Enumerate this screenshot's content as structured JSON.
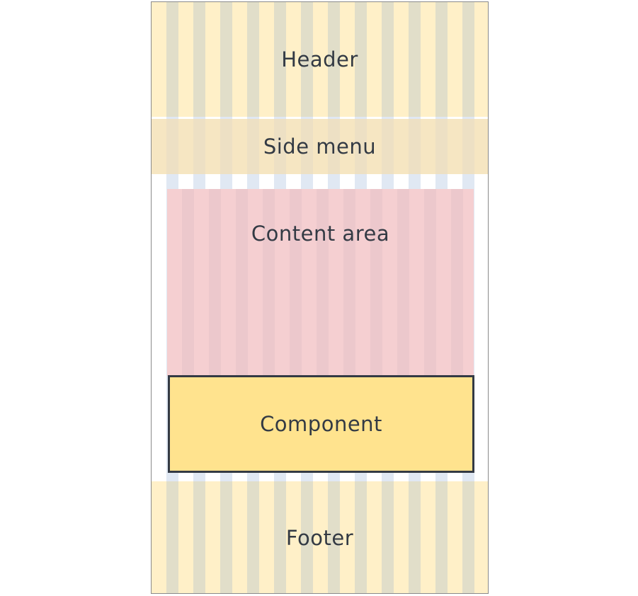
{
  "layout": {
    "header": "Header",
    "side_menu": "Side menu",
    "content_area": "Content area",
    "component": "Component",
    "footer": "Footer"
  },
  "colors": {
    "header_fill": "#fff0c8",
    "side_menu_fill": "#f6e6c2",
    "content_area_fill": "#f5cfd1",
    "component_fill": "#ffe38e",
    "component_border": "#333a44",
    "grid_column": "#e0e8f3",
    "text": "#333a44"
  }
}
